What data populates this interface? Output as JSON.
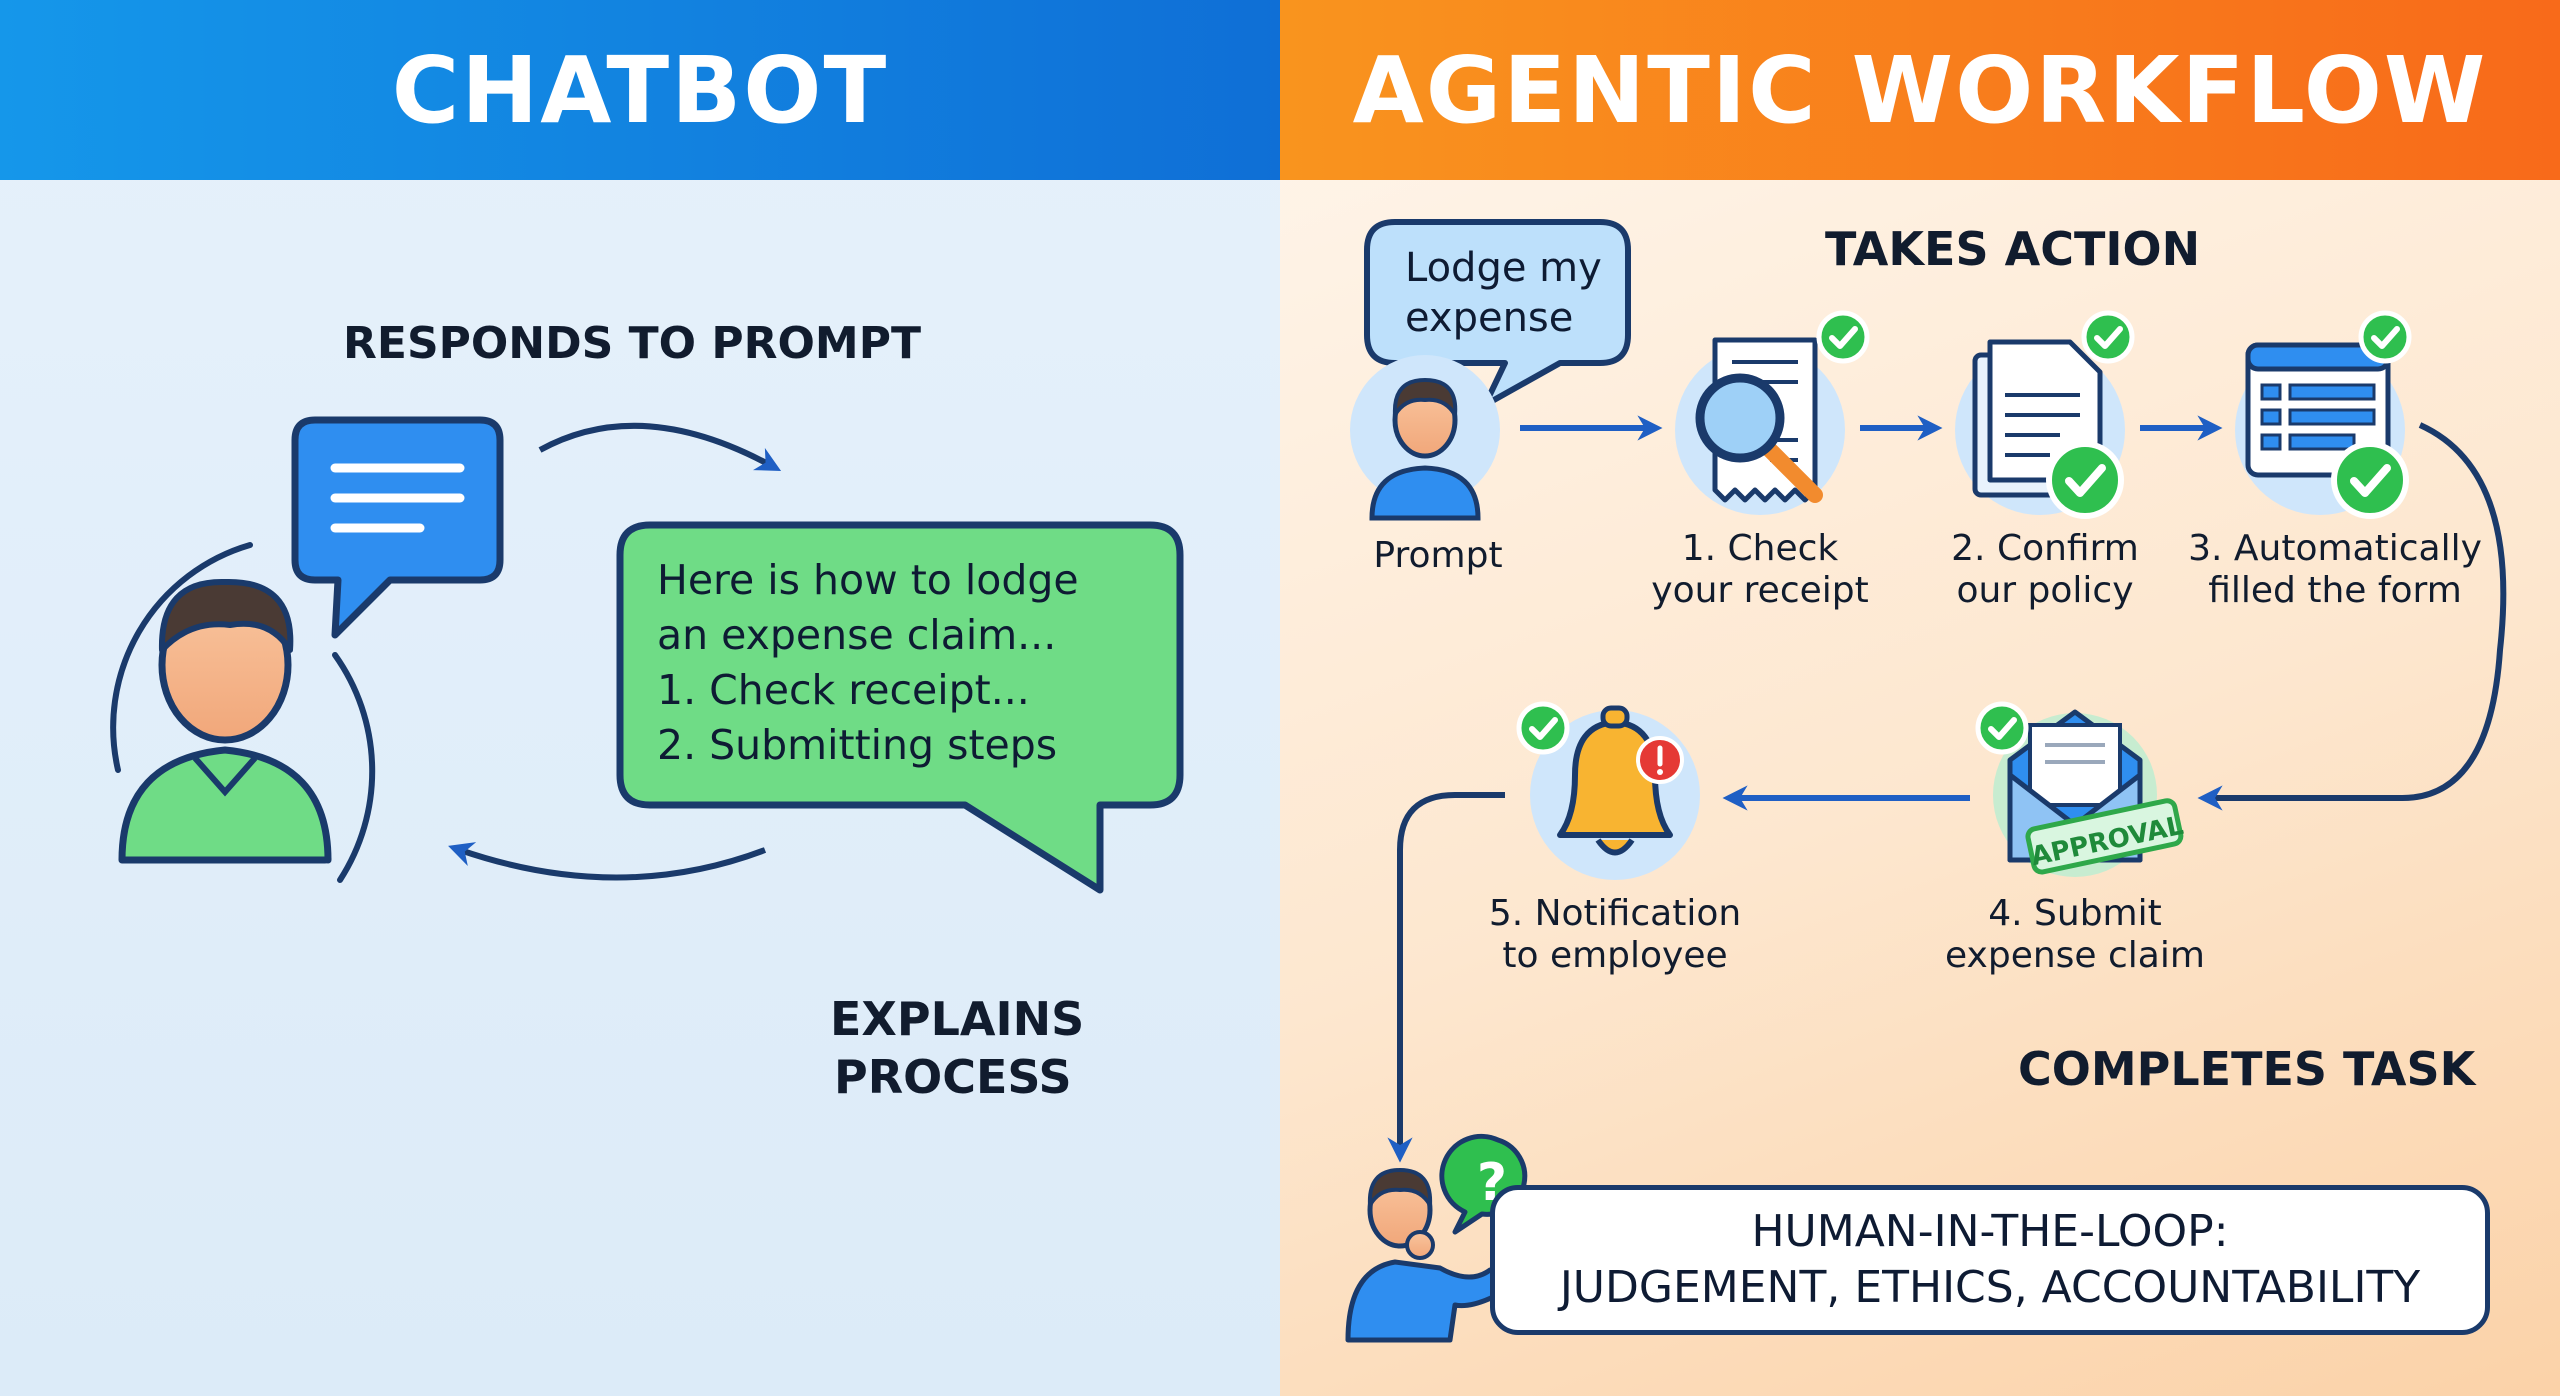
{
  "headers": {
    "left": "CHATBOT",
    "right": "AGENTIC WORKFLOW"
  },
  "chatbot": {
    "responds_label": "RESPONDS TO PROMPT",
    "explains_label_line1": "EXPLAINS",
    "explains_label_line2": "PROCESS",
    "response_lines": [
      "Here is how to lodge",
      "an expense claim...",
      "1. Check receipt...",
      "2. Submitting steps"
    ]
  },
  "agentic": {
    "takes_action_label": "TAKES ACTION",
    "completes_task_label": "COMPLETES TASK",
    "prompt_bubble": [
      "Lodge my",
      "expense"
    ],
    "prompt_label": "Prompt",
    "steps": [
      {
        "lines": [
          "1. Check",
          "your receipt"
        ]
      },
      {
        "lines": [
          "2. Confirm",
          "our policy"
        ]
      },
      {
        "lines": [
          "3. Automatically",
          "filled the form"
        ]
      },
      {
        "lines": [
          "4. Submit",
          "expense claim"
        ]
      },
      {
        "lines": [
          "5. Notification",
          "to employee"
        ]
      }
    ],
    "approval_stamp": "APPROVAL",
    "hitl_lines": [
      "HUMAN-IN-THE-LOOP:",
      "JUDGEMENT, ETHICS, ACCOUNTABILITY"
    ]
  },
  "colors": {
    "chatbot_header": "#0f6fd6",
    "agentic_header": "#f86a1a",
    "outline": "#1a3a6b",
    "arrow_blue": "#1f5fc4",
    "check_green": "#2fbf4f",
    "bubble_green": "#6fdc86",
    "bubble_blue": "#2f8ef0",
    "skin": "#f6b98f",
    "hair": "#4a3a34"
  },
  "icons": {
    "chat": "chat-bubble-icon",
    "user": "user-icon",
    "receipt": "receipt-magnifier-icon",
    "document": "document-check-icon",
    "form": "form-window-icon",
    "envelope": "approval-envelope-icon",
    "bell": "notification-bell-icon",
    "thinker": "thinking-person-icon",
    "question": "question-bubble-icon",
    "check": "check-badge-icon"
  }
}
